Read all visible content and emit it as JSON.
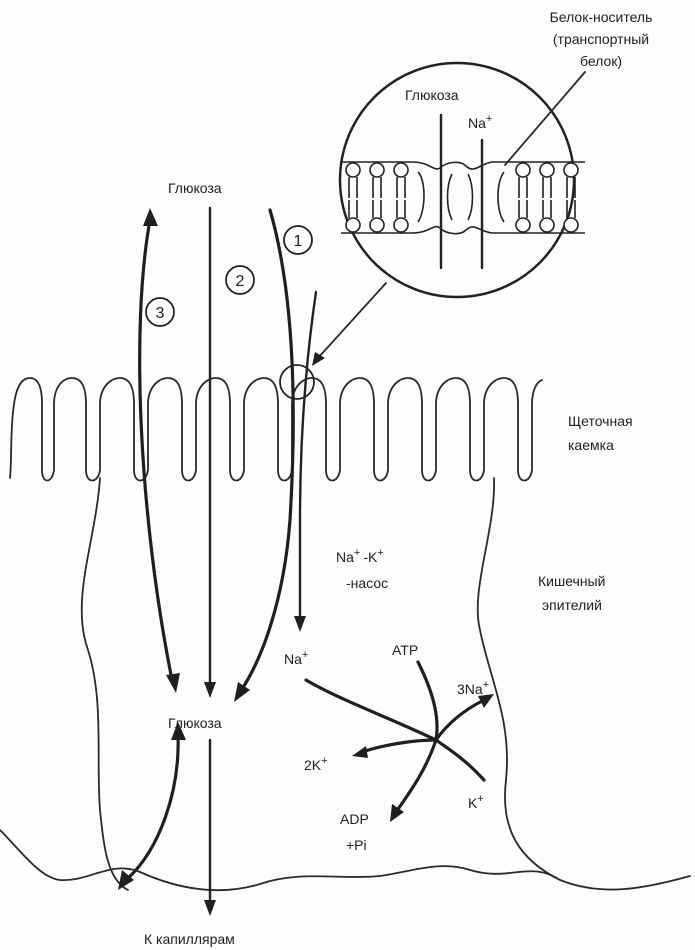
{
  "labels": {
    "carrier_protein": [
      "Белок-носитель",
      "(транспортный",
      "белок)"
    ],
    "glucose_inset": "Глюкоза",
    "na_inset": "Na",
    "glucose_top": "Глюкоза",
    "route_1": "1",
    "route_2": "2",
    "route_3": "3",
    "brush_border": [
      "Щеточная",
      "каемка"
    ],
    "pump": [
      "Na",
      "-K",
      "-насос"
    ],
    "epithelium": [
      "Кишечный",
      "эпителий"
    ],
    "na_inside": "Na",
    "atp": "ATP",
    "three_na": "3Na",
    "two_k": "2K",
    "k_plus": "K",
    "adp": "ADP",
    "pi": "+Pi",
    "glucose_bottom": "Глюкоза",
    "to_capillaries": "К капиллярам",
    "superscript_plus": "+"
  }
}
